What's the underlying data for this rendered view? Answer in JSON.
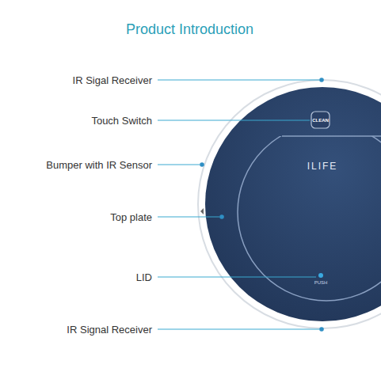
{
  "diagram": {
    "title": "Product Introduction",
    "labels": [
      "IR Sigal Receiver",
      "Touch Switch",
      "Bumper with IR Sensor",
      "Top plate",
      "LID",
      "IR Signal Receiver",
      "CLEAN",
      "ILIFE",
      "PUSH"
    ]
  }
}
